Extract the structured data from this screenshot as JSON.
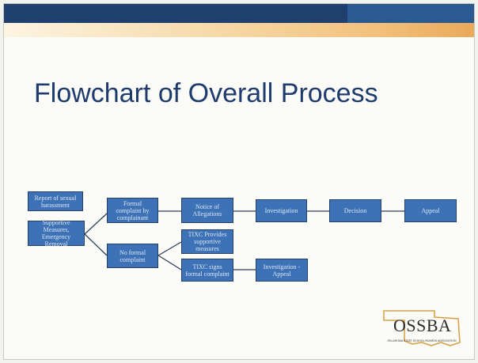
{
  "slide": {
    "title": "Flowchart of Overall Process"
  },
  "flowchart": {
    "nodes": {
      "report": "Report of sexual harassment",
      "supportive": "Supportive Measures, Emergency Removal",
      "formal": "Formal complaint by complainant",
      "no_formal": "No formal complaint",
      "notice": "Notice of Allegations",
      "investigation": "Investigation",
      "decision": "Decision",
      "appeal": "Appeal",
      "tix_provides": "TIXC Provides supportive measures",
      "tix_signs": "TIXC signs formal complaint",
      "invest_appeal": "Investigation - Appeal"
    }
  },
  "logo": {
    "name": "OSSBA",
    "subtitle": "OKLAHOMA STATE SCHOOL BOARDS ASSOCIATION"
  },
  "colors": {
    "node_fill": "#3e72b6",
    "title": "#1f3b6e",
    "top_bar": "#1f3f6e",
    "accent_band": "#f2c07a"
  }
}
